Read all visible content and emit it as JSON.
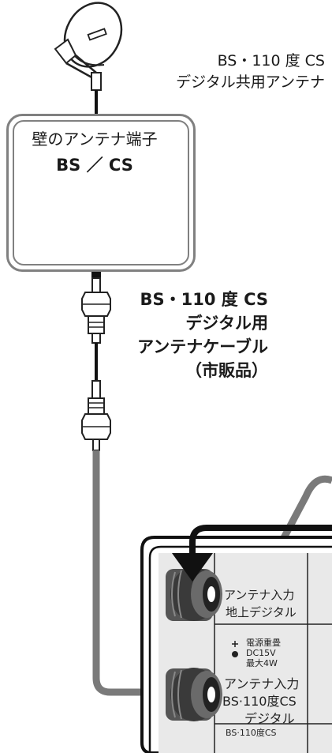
{
  "antenna": {
    "label_line1": "BS・110 度 CS",
    "label_line2": "デジタル共用アンテナ"
  },
  "wall_outlet": {
    "title": "壁のアンテナ端子",
    "subtitle": "BS ／ CS"
  },
  "cable": {
    "line1": "BS・110 度 CS",
    "line2": "デジタル用",
    "line3": "アンテナケーブル",
    "line4": "（市販品）"
  },
  "device_panel": {
    "terrestrial_label_line1": "アンテナ入力",
    "terrestrial_label_line2": "地上デジタル",
    "power_line1": "電源重畳",
    "power_line2": "DC15V",
    "power_line3": "最大4W",
    "bs_label_line1": "アンテナ入力",
    "bs_label_line2": "BS·110度CS",
    "bs_label_line3": "デジタル",
    "bottom_label": "BS·110度CS"
  },
  "colors": {
    "wire_black": "#111111",
    "cable_gray": "#7a7a7a",
    "plate_border": "#808080",
    "connector_dark": "#333333"
  }
}
